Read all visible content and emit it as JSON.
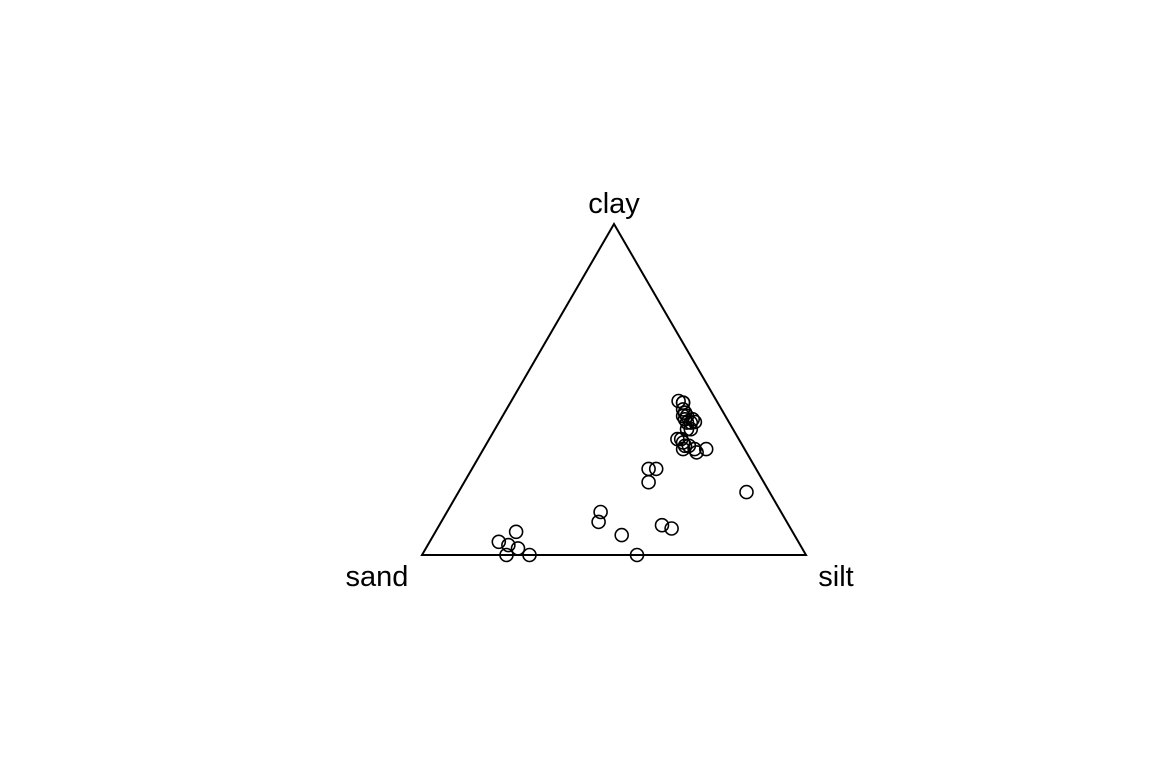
{
  "chart_data": {
    "type": "scatter",
    "subtype": "ternary",
    "title": "",
    "vertices": {
      "top": "clay",
      "left": "sand",
      "right": "silt"
    },
    "components": [
      "sand",
      "silt",
      "clay"
    ],
    "marker": "open-circle",
    "grid": false,
    "legend": "none",
    "colors": {
      "frame": "#000000",
      "points": "#000000",
      "background": "#ffffff"
    },
    "points": [
      {
        "sand": 0.1,
        "silt": 0.44,
        "clay": 0.47
      },
      {
        "sand": 0.09,
        "silt": 0.45,
        "clay": 0.46
      },
      {
        "sand": 0.1,
        "silt": 0.46,
        "clay": 0.44
      },
      {
        "sand": 0.09,
        "silt": 0.45,
        "clay": 0.46
      },
      {
        "sand": 0.1,
        "silt": 0.47,
        "clay": 0.43
      },
      {
        "sand": 0.1,
        "silt": 0.47,
        "clay": 0.43
      },
      {
        "sand": 0.11,
        "silt": 0.47,
        "clay": 0.42
      },
      {
        "sand": 0.1,
        "silt": 0.48,
        "clay": 0.42
      },
      {
        "sand": 0.11,
        "silt": 0.48,
        "clay": 0.41
      },
      {
        "sand": 0.11,
        "silt": 0.49,
        "clay": 0.4
      },
      {
        "sand": 0.09,
        "silt": 0.5,
        "clay": 0.41
      },
      {
        "sand": 0.1,
        "silt": 0.5,
        "clay": 0.4
      },
      {
        "sand": 0.09,
        "silt": 0.52,
        "clay": 0.41
      },
      {
        "sand": 0.11,
        "silt": 0.51,
        "clay": 0.38
      },
      {
        "sand": 0.12,
        "silt": 0.5,
        "clay": 0.38
      },
      {
        "sand": 0.16,
        "silt": 0.49,
        "clay": 0.35
      },
      {
        "sand": 0.15,
        "silt": 0.5,
        "clay": 0.35
      },
      {
        "sand": 0.15,
        "silt": 0.51,
        "clay": 0.34
      },
      {
        "sand": 0.14,
        "silt": 0.53,
        "clay": 0.33
      },
      {
        "sand": 0.15,
        "silt": 0.52,
        "clay": 0.33
      },
      {
        "sand": 0.16,
        "silt": 0.52,
        "clay": 0.32
      },
      {
        "sand": 0.13,
        "silt": 0.55,
        "clay": 0.32
      },
      {
        "sand": 0.13,
        "silt": 0.56,
        "clay": 0.31
      },
      {
        "sand": 0.1,
        "silt": 0.58,
        "clay": 0.32
      },
      {
        "sand": 0.28,
        "silt": 0.46,
        "clay": 0.26
      },
      {
        "sand": 0.26,
        "silt": 0.48,
        "clay": 0.26
      },
      {
        "sand": 0.3,
        "silt": 0.48,
        "clay": 0.22
      },
      {
        "sand": 0.06,
        "silt": 0.75,
        "clay": 0.19
      },
      {
        "sand": 0.47,
        "silt": 0.4,
        "clay": 0.13
      },
      {
        "sand": 0.49,
        "silt": 0.41,
        "clay": 0.1
      },
      {
        "sand": 0.45,
        "silt": 0.49,
        "clay": 0.06
      },
      {
        "sand": 0.72,
        "silt": 0.21,
        "clay": 0.07
      },
      {
        "sand": 0.78,
        "silt": 0.18,
        "clay": 0.04
      },
      {
        "sand": 0.76,
        "silt": 0.21,
        "clay": 0.03
      },
      {
        "sand": 0.74,
        "silt": 0.24,
        "clay": 0.02
      },
      {
        "sand": 0.72,
        "silt": 0.28,
        "clay": 0.0
      },
      {
        "sand": 0.78,
        "silt": 0.22,
        "clay": 0.0
      },
      {
        "sand": 0.44,
        "silt": 0.56,
        "clay": 0.0
      },
      {
        "sand": 0.33,
        "silt": 0.58,
        "clay": 0.09
      },
      {
        "sand": 0.31,
        "silt": 0.61,
        "clay": 0.08
      }
    ]
  }
}
